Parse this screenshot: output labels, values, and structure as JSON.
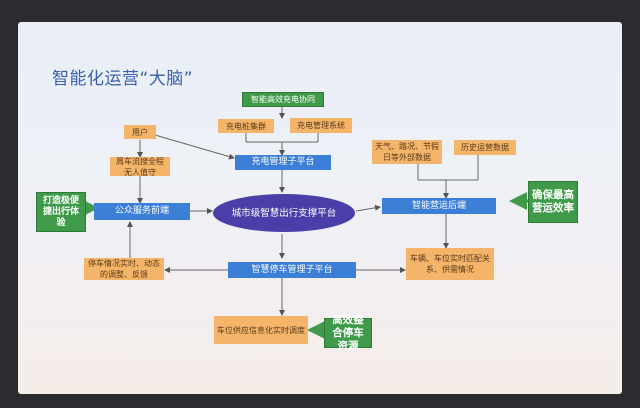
{
  "slide": {
    "title": "智能化运营“大脑”",
    "center": "城市级智慧出行支撑平台",
    "top_green": "智能高效充电协同",
    "charging": {
      "title": "充电管理子平台",
      "items": [
        "充电桩集群",
        "充电管理系统"
      ]
    },
    "public": {
      "title": "公众服务前端",
      "items": [
        "用户",
        "周车流搜全程无人值守"
      ],
      "green": "打造极便捷出行体验"
    },
    "operations": {
      "title": "智能营运后端",
      "items": [
        "天气、路况、节假日等外部数据",
        "历史运营数据"
      ],
      "green": "确保最高营运效率"
    },
    "parking": {
      "title": "智慧停车管理子平台",
      "items": [
        "停车情况实时、动态的调整、反馈",
        "车辆、车位实时匹配关系、供需情况",
        "车位供应信息化实时调度"
      ],
      "green": "高效整合停车资源"
    }
  }
}
